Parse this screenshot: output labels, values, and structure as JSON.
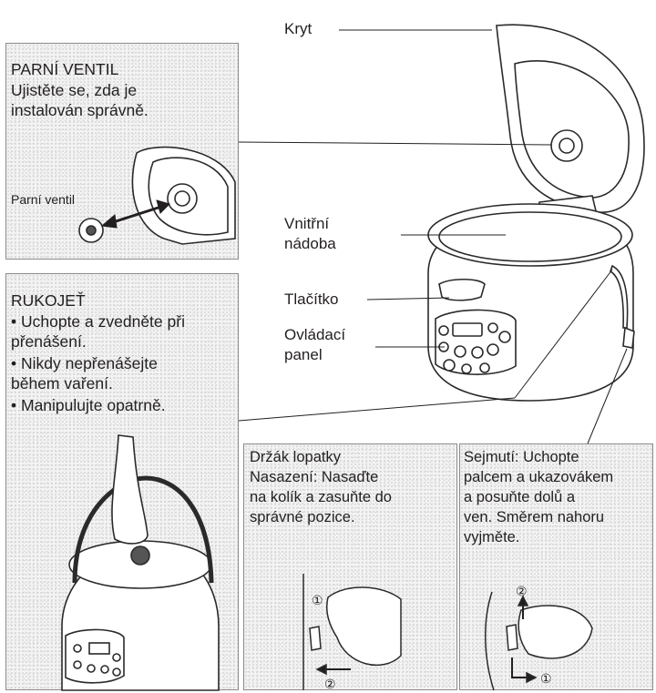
{
  "labels": {
    "lid": "Kryt",
    "inner_pot": "Vnitřní\nnádoba",
    "button": "Tlačítko",
    "control_panel": "Ovládací\npanel"
  },
  "steam_valve_box": {
    "title": "PARNÍ VENTIL",
    "text": "Ujistěte se, zda je\ninstalován správně.",
    "part_label": "Parní ventil"
  },
  "handle_box": {
    "title": "RUKOJEŤ",
    "bullets": [
      "• Uchopte a zvedněte při\npřenášení.",
      "• Nikdy nepřenášejte\nběhem vaření.",
      "• Manipulujte opatrně."
    ]
  },
  "paddle_holder_box": {
    "text": "Držák lopatky\nNasazení: Nasaďte\nna kolík a zasuňte do\nsprávné pozice.",
    "step_1": "①",
    "step_2": "②"
  },
  "removal_box": {
    "text": "Sejmutí: Uchopte\npalcem a ukazovákem\na posuňte dolů a\nven. Směrem nahoru\nvyjměte.",
    "step_1": "①",
    "step_2": "②"
  },
  "colors": {
    "border": "#8a8a8a",
    "text": "#231f20",
    "arrow": "#231f20"
  }
}
